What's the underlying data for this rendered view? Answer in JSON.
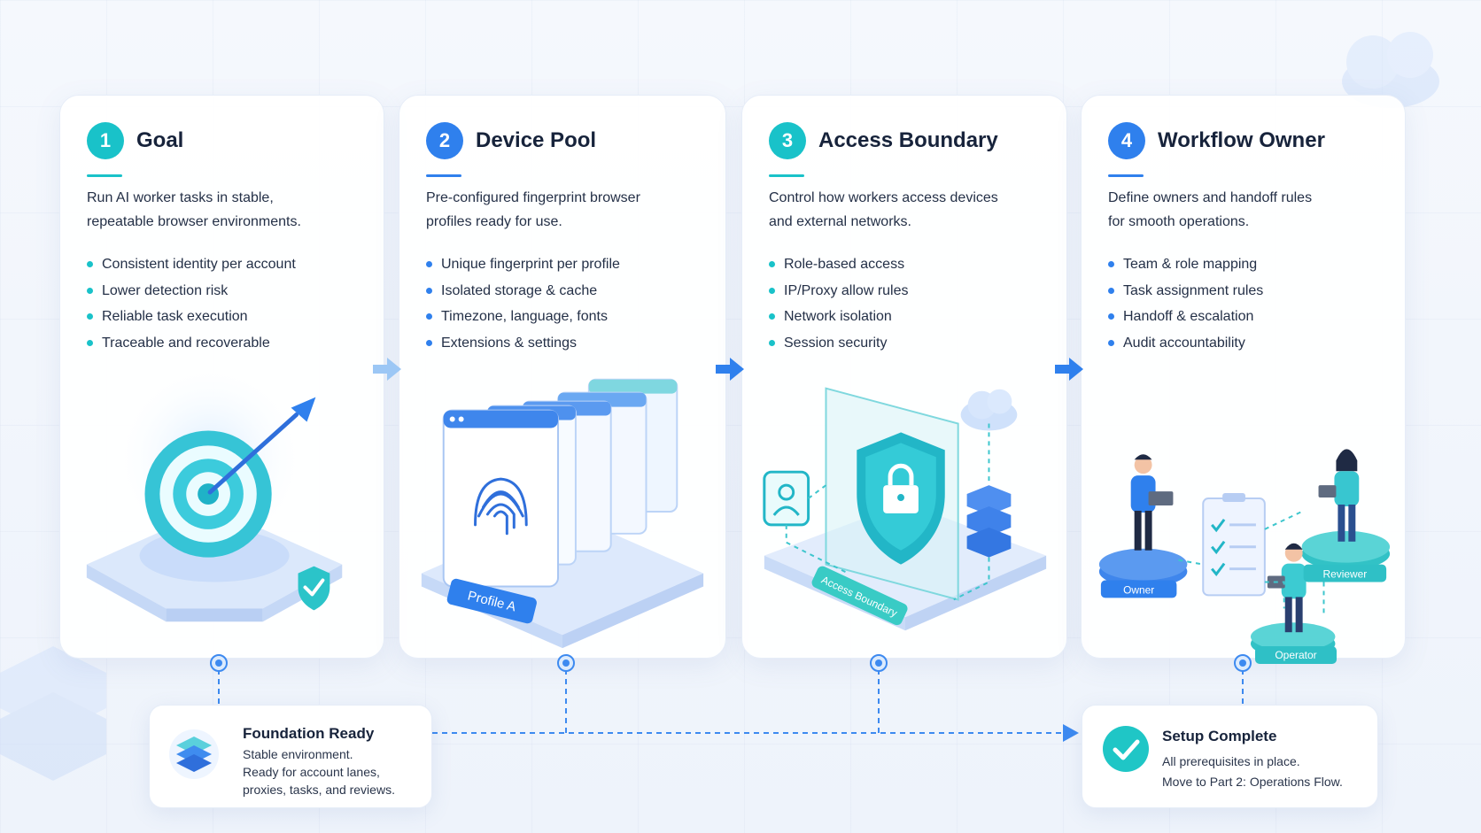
{
  "cards": [
    {
      "number": "1",
      "title": "Goal",
      "description_lines": [
        "Run AI worker tasks in stable,",
        "repeatable browser environments."
      ],
      "bullets": [
        "Consistent identity per account",
        "Lower detection risk",
        "Reliable task execution",
        "Traceable and recoverable"
      ]
    },
    {
      "number": "2",
      "title": "Device Pool",
      "description_lines": [
        "Pre-configured fingerprint browser",
        "profiles ready for use."
      ],
      "bullets": [
        "Unique fingerprint per profile",
        "Isolated storage & cache",
        "Timezone, language, fonts",
        "Extensions & settings"
      ],
      "illustration_label": "Profile A"
    },
    {
      "number": "3",
      "title": "Access Boundary",
      "description_lines": [
        "Control how workers access devices",
        "and external networks."
      ],
      "bullets": [
        "Role-based access",
        "IP/Proxy allow rules",
        "Network isolation",
        "Session security"
      ],
      "illustration_label": "Access Boundary"
    },
    {
      "number": "4",
      "title": "Workflow Owner",
      "description_lines": [
        "Define owners and handoff rules",
        "for smooth operations."
      ],
      "bullets": [
        "Team & role mapping",
        "Task assignment rules",
        "Handoff & escalation",
        "Audit accountability"
      ],
      "role_labels": [
        "Owner",
        "Reviewer",
        "Operator"
      ]
    }
  ],
  "foundation": {
    "title": "Foundation Ready",
    "lines": [
      "Stable environment.",
      "Ready for account lanes,",
      "proxies, tasks, and reviews."
    ]
  },
  "complete": {
    "title": "Setup Complete",
    "lines": [
      "All prerequisites in place.",
      "Move to Part 2: Operations Flow."
    ]
  },
  "colors": {
    "teal": "#19c2c9",
    "blue": "#2f80ed",
    "dark_text": "#17233b",
    "connector": "#3d8af0"
  }
}
